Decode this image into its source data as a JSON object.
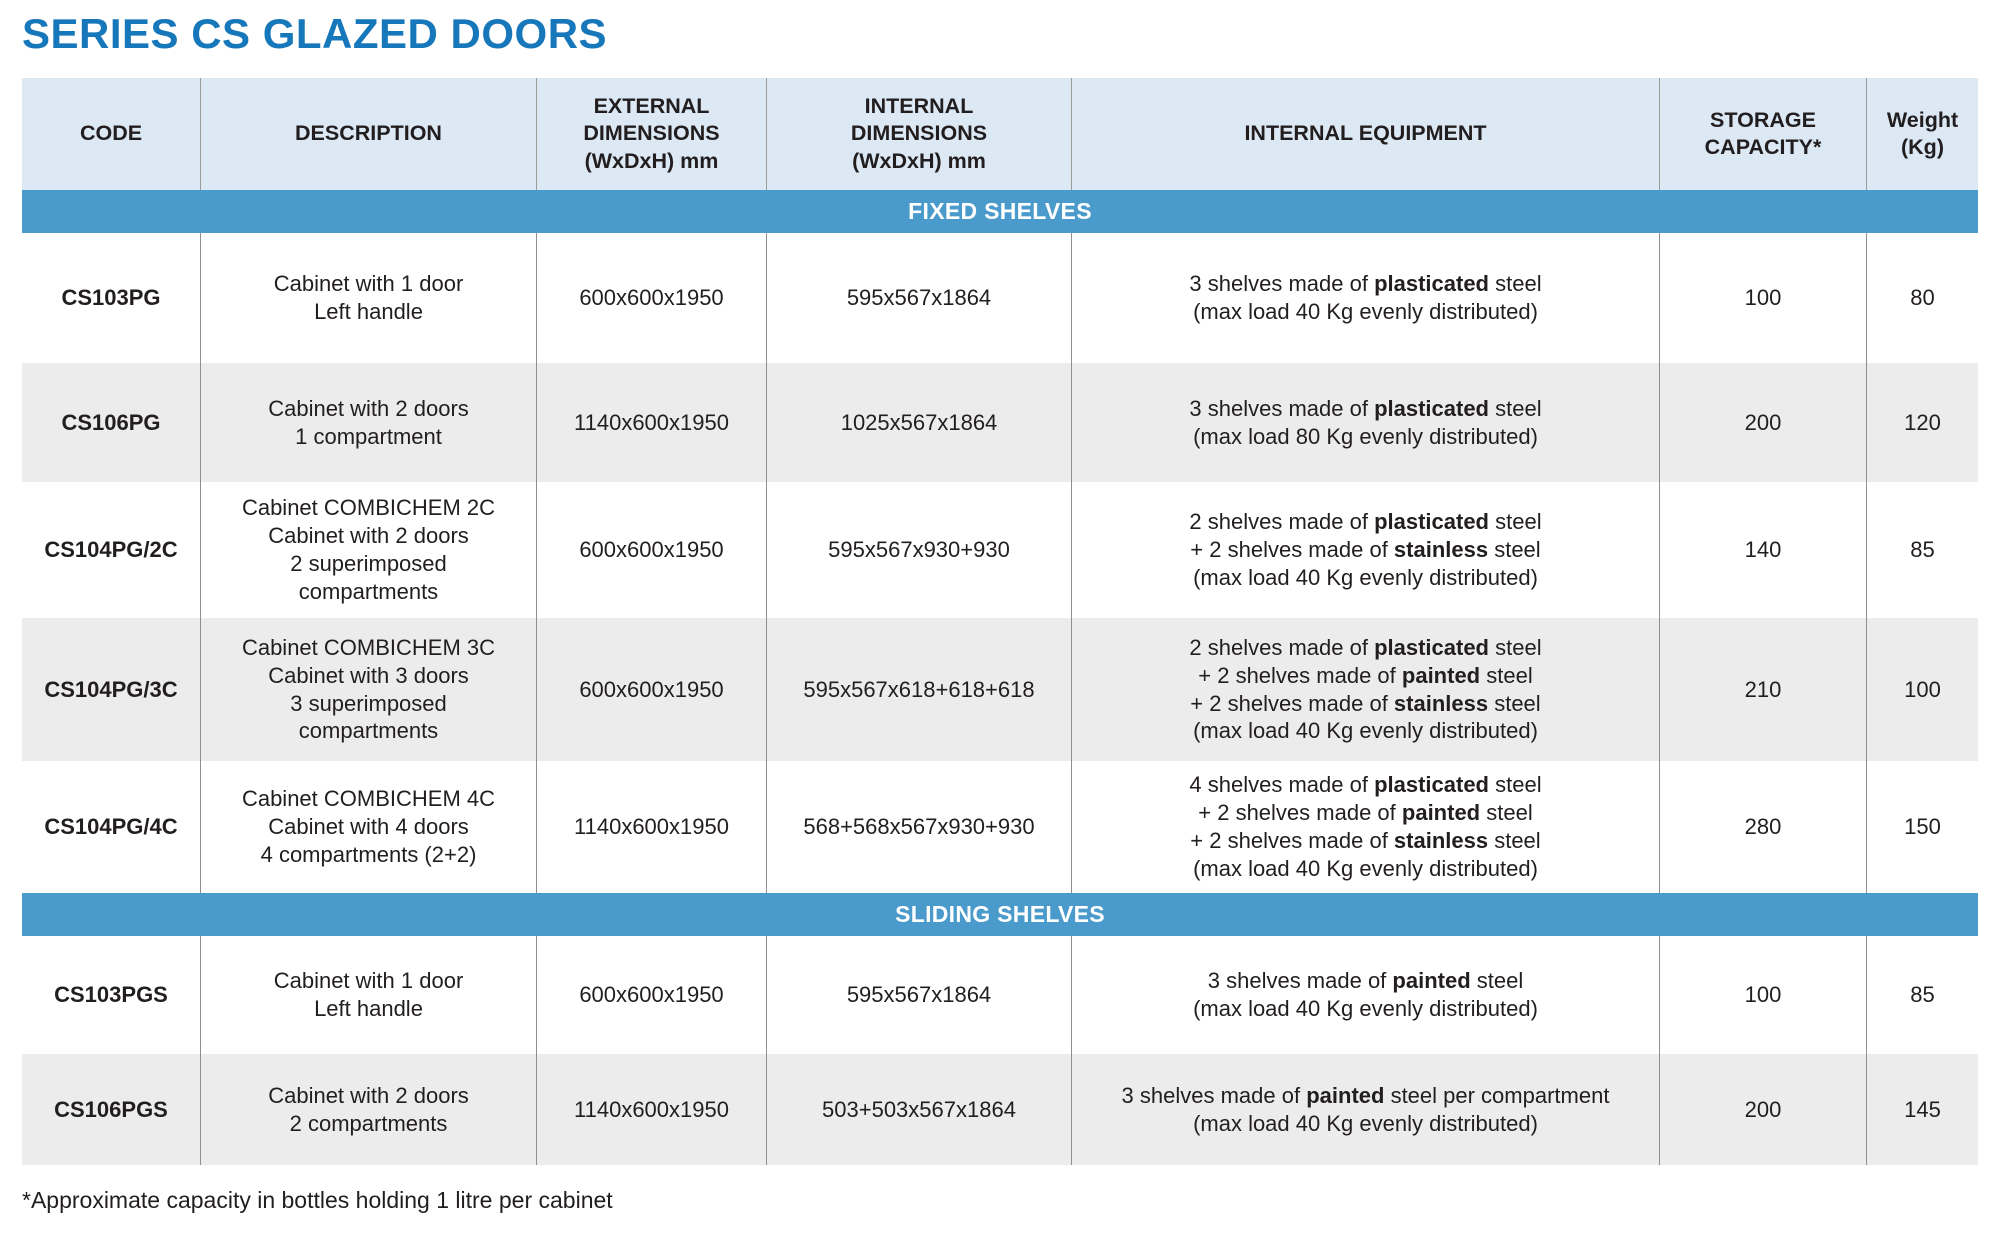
{
  "page": {
    "title": "SERIES CS GLAZED DOORS",
    "footnote": "*Approximate capacity in bottles holding 1 litre per cabinet"
  },
  "colors": {
    "title_blue": "#1777bb",
    "section_band_blue": "#4a9bcc",
    "header_background": "#dce8f4",
    "striped_row_background": "#ececec",
    "divider_gray": "#8f8f8f",
    "text": "#221e1f"
  },
  "table": {
    "columns": [
      {
        "id": "code",
        "label_lines": [
          "CODE"
        ]
      },
      {
        "id": "description",
        "label_lines": [
          "DESCRIPTION"
        ]
      },
      {
        "id": "external",
        "label_lines": [
          "EXTERNAL",
          "DIMENSIONS",
          "(WxDxH) mm"
        ]
      },
      {
        "id": "internal",
        "label_lines": [
          "INTERNAL",
          "DIMENSIONS",
          "(WxDxH) mm"
        ]
      },
      {
        "id": "equipment",
        "label_lines": [
          "INTERNAL EQUIPMENT"
        ]
      },
      {
        "id": "storage",
        "label_lines": [
          "STORAGE",
          "CAPACITY*"
        ]
      },
      {
        "id": "weight",
        "label_lines": [
          "Weight",
          "(Kg)"
        ]
      }
    ],
    "sections": [
      {
        "label": "FIXED SHELVES",
        "rows": [
          {
            "code": "CS103PG",
            "description": [
              "Cabinet with 1 door",
              "Left handle"
            ],
            "external": "600x600x1950",
            "internal": "595x567x1864",
            "equipment": [
              [
                "3 shelves made of ",
                {
                  "b": "plasticated"
                },
                " steel"
              ],
              [
                "(max load 40 Kg evenly distributed)"
              ]
            ],
            "storage": 100,
            "weight": 80
          },
          {
            "code": "CS106PG",
            "description": [
              "Cabinet with 2 doors",
              "1 compartment"
            ],
            "external": "1140x600x1950",
            "internal": "1025x567x1864",
            "equipment": [
              [
                "3 shelves made of ",
                {
                  "b": "plasticated"
                },
                " steel"
              ],
              [
                "(max load 80 Kg evenly distributed)"
              ]
            ],
            "storage": 200,
            "weight": 120
          },
          {
            "code": "CS104PG/2C",
            "description": [
              "Cabinet COMBICHEM 2C",
              "Cabinet with 2 doors",
              "2 superimposed compartments"
            ],
            "external": "600x600x1950",
            "internal": "595x567x930+930",
            "equipment": [
              [
                "2 shelves made of ",
                {
                  "b": "plasticated"
                },
                " steel"
              ],
              [
                "+ 2 shelves made of ",
                {
                  "b": "stainless"
                },
                " steel"
              ],
              [
                "(max load 40 Kg evenly distributed)"
              ]
            ],
            "storage": 140,
            "weight": 85
          },
          {
            "code": "CS104PG/3C",
            "description": [
              "Cabinet COMBICHEM 3C",
              "Cabinet with 3 doors",
              "3 superimposed compartments"
            ],
            "external": "600x600x1950",
            "internal": "595x567x618+618+618",
            "equipment": [
              [
                "2 shelves made of ",
                {
                  "b": "plasticated"
                },
                " steel"
              ],
              [
                "+ 2 shelves made of ",
                {
                  "b": "painted"
                },
                " steel"
              ],
              [
                "+ 2 shelves made of ",
                {
                  "b": "stainless"
                },
                " steel"
              ],
              [
                "(max load 40 Kg evenly distributed)"
              ]
            ],
            "storage": 210,
            "weight": 100
          },
          {
            "code": "CS104PG/4C",
            "description": [
              "Cabinet COMBICHEM 4C",
              "Cabinet with 4 doors",
              "4 compartments (2+2)"
            ],
            "external": "1140x600x1950",
            "internal": "568+568x567x930+930",
            "equipment": [
              [
                "4 shelves made of ",
                {
                  "b": "plasticated"
                },
                " steel"
              ],
              [
                "+ 2 shelves made of ",
                {
                  "b": "painted"
                },
                " steel"
              ],
              [
                "+ 2 shelves made of ",
                {
                  "b": "stainless"
                },
                " steel"
              ],
              [
                "(max load 40 Kg evenly distributed)"
              ]
            ],
            "storage": 280,
            "weight": 150
          }
        ]
      },
      {
        "label": "SLIDING SHELVES",
        "rows": [
          {
            "code": "CS103PGS",
            "description": [
              "Cabinet with 1 door",
              "Left handle"
            ],
            "external": "600x600x1950",
            "internal": "595x567x1864",
            "equipment": [
              [
                "3 shelves made of ",
                {
                  "b": "painted"
                },
                " steel"
              ],
              [
                "(max load 40 Kg evenly distributed)"
              ]
            ],
            "storage": 100,
            "weight": 85
          },
          {
            "code": "CS106PGS",
            "description": [
              "Cabinet with 2 doors",
              "2 compartments"
            ],
            "external": "1140x600x1950",
            "internal": "503+503x567x1864",
            "equipment": [
              [
                "3 shelves made of ",
                {
                  "b": "painted"
                },
                " steel per compartment"
              ],
              [
                "(max load 40 Kg evenly distributed)"
              ]
            ],
            "storage": 200,
            "weight": 145
          }
        ]
      }
    ]
  }
}
